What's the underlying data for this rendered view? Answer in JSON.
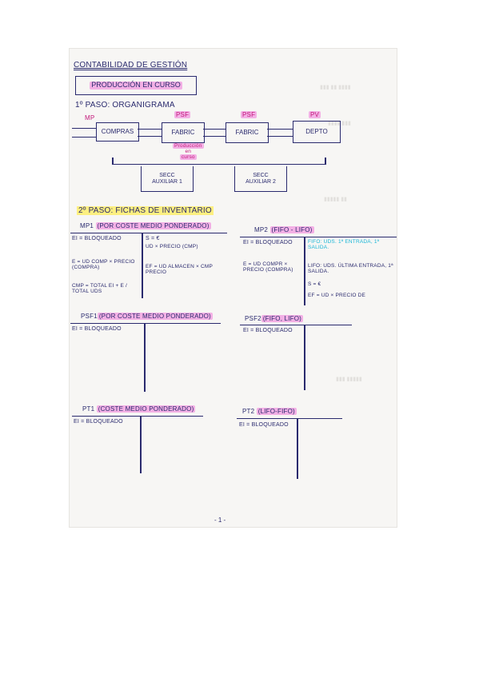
{
  "title": "CONTABILIDAD DE GESTIÓN",
  "subtitle": "PRODUCCIÓN EN CURSO",
  "step1": "1º PASO: ORGANIGRAMA",
  "flow": {
    "tags": [
      "MP",
      "PSF",
      "PSF",
      "PV"
    ],
    "boxes": [
      "COMPRAS",
      "FABRIC",
      "FABRIC",
      "DEPTO"
    ],
    "note": [
      "Producción",
      "en",
      "curso"
    ],
    "aux": [
      "SECC AUXILIAR 1",
      "SECC AUXILIAR 2"
    ]
  },
  "step2": "2º PASO: FICHAS DE INVENTARIO",
  "mp1": {
    "title_prefix": "MP1",
    "title": "(POR COSTE MEDIO PONDERADO)",
    "left": [
      "EI = BLOQUEADO",
      "E = UD COMP × PRECIO (COMPRA)",
      "CMP = TOTAL EI + E / TOTAL UDS"
    ],
    "right": [
      "S = €",
      "UD × PRECIO (CMP)",
      "EF = UD ALMACEN × CMP PRECIO"
    ]
  },
  "mp2": {
    "title_prefix": "MP2",
    "title": "(FIFO - LIFO)",
    "left": [
      "EI = BLOQUEADO",
      "E = UD COMPR × PRECIO (COMPRA)"
    ],
    "right_cyan": "FIFO: UDS. 1ª ENTRADA, 1ª SALIDA.",
    "right": [
      "LIFO: UDS. ÚLTIMA ENTRADA, 1ª SALIDA.",
      "S = €",
      "EF = UD × PRECIO DE"
    ]
  },
  "psf1": {
    "title_prefix": "PSF1",
    "title": "(POR COSTE MEDIO PONDERADO)",
    "left": "EI = BLOQUEADO"
  },
  "psf2": {
    "title_prefix": "PSF2",
    "title": "(FIFO, LIFO)",
    "left": "EI = BLOQUEADO"
  },
  "pt1": {
    "title_prefix": "PT1",
    "title": "(COSTE MEDIO PONDERADO)",
    "left": "EI = BLOQUEADO"
  },
  "pt2": {
    "title_prefix": "PT2",
    "title": "(LIFO-FIFO)",
    "left": "EI = BLOQUEADO"
  },
  "page_number": "- 1 -",
  "colors": {
    "ink": "#2a2a6e",
    "highlight_pink": "#ee5ad2",
    "highlight_yellow": "#ffec5a",
    "cyan": "#18b5d6"
  }
}
